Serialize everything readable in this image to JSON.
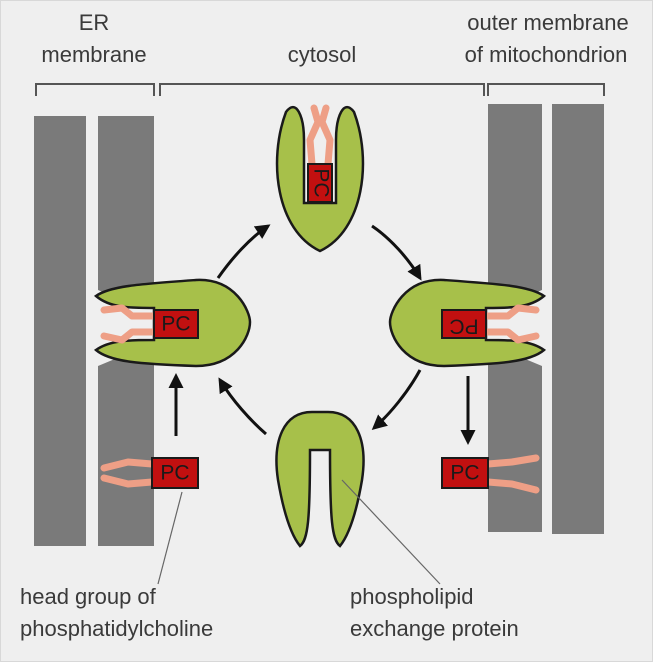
{
  "labels": {
    "er_membrane_line1": "ER",
    "er_membrane_line2": "membrane",
    "cytosol": "cytosol",
    "mito_line1": "outer membrane",
    "mito_line2": "of mitochondrion",
    "head_group_line1": "head group of",
    "head_group_line2": "phosphatidylcholine",
    "exchange_line1": "phospholipid",
    "exchange_line2": "exchange protein"
  },
  "pc": {
    "left_protein": "PC",
    "right_protein": "PC",
    "top_protein": "PC",
    "er_membrane": "PC",
    "mito_membrane": "PC"
  },
  "colors": {
    "background": "#efefef",
    "membrane": "#7a7a7a",
    "protein": "#a7c04a",
    "head_group": "#c21010",
    "lipid_tail": "#ee9f86"
  }
}
